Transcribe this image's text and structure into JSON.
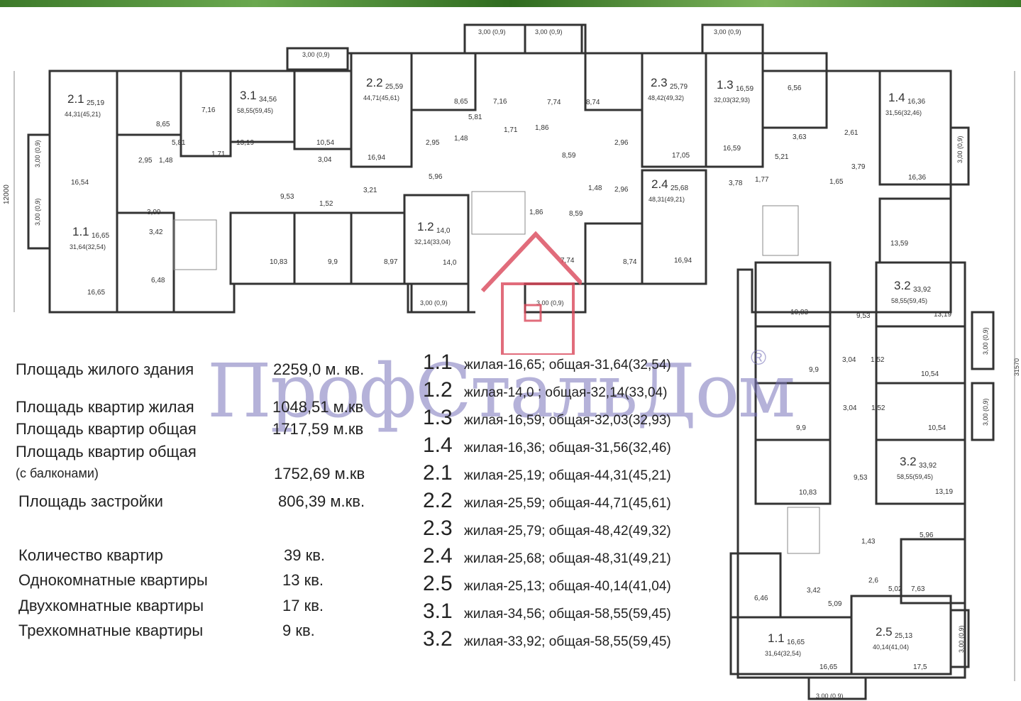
{
  "plan": {
    "dim_total_height": "12000",
    "dim_total_width": "31570",
    "balcony_label": "3,00 (0,9)",
    "apartments": [
      {
        "code": "2.1",
        "living": "25,19",
        "total": "44,31(45,21)"
      },
      {
        "code": "3.1",
        "living": "34,56",
        "total": "58,55(59,45)"
      },
      {
        "code": "2.2",
        "living": "25,59",
        "total": "44,71(45,61)"
      },
      {
        "code": "2.3",
        "living": "25,79",
        "total": "48,42(49,32)"
      },
      {
        "code": "1.3",
        "living": "16,59",
        "total": "32,03(32,93)"
      },
      {
        "code": "1.4",
        "living": "16,36",
        "total": "31,56(32,46)"
      },
      {
        "code": "1.1",
        "living": "16,65",
        "total": "31,64(32,54)"
      },
      {
        "code": "1.2",
        "living": "14,0",
        "total": "32,14(33,04)"
      },
      {
        "code": "2.4",
        "living": "25,68",
        "total": "48,31(49,21)"
      },
      {
        "code": "3.2",
        "living": "33,92",
        "total": "58,55(59,45)"
      },
      {
        "code": "3.2",
        "living": "33,92",
        "total": "58,55(59,45)"
      },
      {
        "code": "1.1",
        "living": "16,65",
        "total": "31,64(32,54)"
      },
      {
        "code": "2.5",
        "living": "25,13",
        "total": "40,14(41,04)"
      }
    ],
    "room_areas": [
      "8,65",
      "7,16",
      "5,81",
      "1,71",
      "2,95",
      "1,48",
      "16,54",
      "3,09",
      "3,42",
      "6,48",
      "16,65",
      "13,19",
      "10,54",
      "3,04",
      "9,53",
      "1,52",
      "10,83",
      "9,9",
      "8,65",
      "7,16",
      "5,81",
      "1,71",
      "1,86",
      "7,74",
      "8,74",
      "2,95",
      "1,48",
      "2,96",
      "16,94",
      "17,05",
      "5,96",
      "3,21",
      "8,59",
      "8,97",
      "14,0",
      "1,86",
      "8,59",
      "7,74",
      "8,74",
      "16,94",
      "1,48",
      "2,96",
      "6,56",
      "3,63",
      "5,21",
      "2,61",
      "16,59",
      "16,36",
      "3,78",
      "1,77",
      "1,65",
      "3,79",
      "13,59",
      "10,83",
      "9,53",
      "13,19",
      "9,9",
      "3,04",
      "1,52",
      "10,54",
      "9,9",
      "3,04",
      "1,52",
      "10,54",
      "10,83",
      "9,53",
      "13,19",
      "1,43",
      "5,96",
      "2,6",
      "5,02",
      "7,63",
      "6,46",
      "3,42",
      "5,09",
      "16,65",
      "17,5"
    ]
  },
  "summary": [
    {
      "label": "Площадь жилого здания",
      "value": "2259,0   м. кв."
    },
    {
      "label": "Площадь  квартир жилая",
      "value": "1048,51 м.кв"
    },
    {
      "label": "Площадь  квартир общая",
      "value": "1717,59 м.кв"
    },
    {
      "label": "Площадь  квартир общая",
      "value": ""
    },
    {
      "label": "(с балконами)",
      "value": "1752,69 м.кв"
    },
    {
      "label": "Площадь застройки",
      "value": "806,39 м.кв."
    },
    {
      "label": "Количество квартир",
      "value": "39 кв."
    },
    {
      "label": "Однокомнатные квартиры",
      "value": "13 кв."
    },
    {
      "label": "Двухкомнатные квартиры",
      "value": "17 кв."
    },
    {
      "label": "Трехкомнатные квартиры",
      "value": "9 кв."
    }
  ],
  "apartment_list": [
    {
      "code": "1.1",
      "desc": "жилая-16,65; общая-31,64(32,54)"
    },
    {
      "code": "1.2",
      "desc": "жилая-14,0 ; общая-32,14(33,04)"
    },
    {
      "code": "1.3",
      "desc": "жилая-16,59; общая-32,03(32,93)"
    },
    {
      "code": "1.4",
      "desc": "жилая-16,36;  общая-31,56(32,46)"
    },
    {
      "code": "2.1",
      "desc": "жилая-25,19; общая-44,31(45,21)"
    },
    {
      "code": "2.2",
      "desc": "жилая-25,59;  общая-44,71(45,61)"
    },
    {
      "code": "2.3",
      "desc": "жилая-25,79;  общая-48,42(49,32)"
    },
    {
      "code": "2.4",
      "desc": "жилая-25,68;  общая-48,31(49,21)"
    },
    {
      "code": "2.5",
      "desc": "жилая-25,13;  общая-40,14(41,04)"
    },
    {
      "code": "3.1",
      "desc": "жилая-34,56;  общая-58,55(59,45)"
    },
    {
      "code": "3.2",
      "desc": "жилая-33,92;  общая-58,55(59,45)"
    }
  ],
  "watermark": {
    "text": "ПрофСтальДом",
    "registered": "®",
    "color": "#7873b9"
  }
}
